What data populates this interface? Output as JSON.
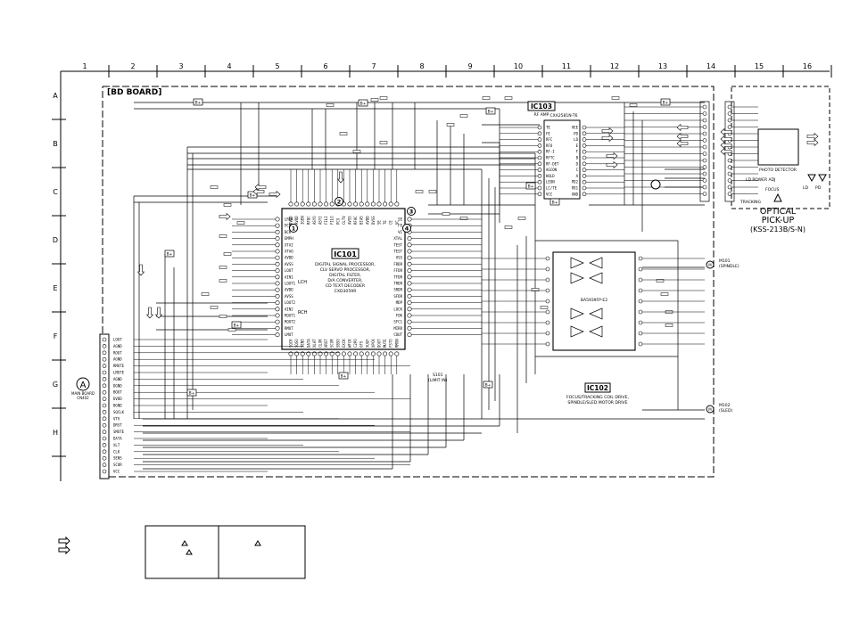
{
  "columns": [
    "1",
    "2",
    "3",
    "4",
    "5",
    "6",
    "7",
    "8",
    "9",
    "10",
    "11",
    "12",
    "13",
    "14",
    "15",
    "16"
  ],
  "rows": [
    "A",
    "B",
    "C",
    "D",
    "E",
    "F",
    "G",
    "H"
  ],
  "board_title": "[BD BOARD]",
  "ic101": {
    "ref": "IC101",
    "desc": [
      "DIGITAL SIGNAL PROCESSOR,",
      "CLV SERVO PROCESSOR,",
      "DIGITAL FILTER,",
      "D/A CONVERTER,",
      "CD TEXT DECODER"
    ],
    "part": "CXD3059R",
    "lch": "LCH",
    "rch": "RCH"
  },
  "ic103": {
    "ref": "IC103",
    "sub": "RF AMP",
    "part": "CXA2581N-T6"
  },
  "ic102": {
    "ref": "IC102",
    "desc": [
      "FOCUS/TRACKING COIL DRIVE,",
      "SPINDLE/SLED MOTOR DRIVE"
    ],
    "part": "BA5939FP-E2"
  },
  "optical": {
    "title": [
      "OPTICAL",
      "PICK-UP"
    ],
    "model": "(KSS-213B/S-N)",
    "photo": "PHOTO DETECTOR",
    "ld_power": "LD POWER ADJ",
    "focus": "FOCUS",
    "tracking": "TRACKING",
    "ld": "LD",
    "pd": "PD"
  },
  "motors": [
    {
      "ref": "M101",
      "name": "(SPINDLE)"
    },
    {
      "ref": "M102",
      "name": "(SLED)"
    }
  ],
  "limit_switch": {
    "ref": "S101",
    "name": "(LIMIT IN)"
  },
  "connector_a": {
    "letter": "A",
    "label": [
      "MAIN BOARD",
      "CN402"
    ]
  },
  "cn101_pins": [
    "LOUT",
    "AGND",
    "ROUT",
    "AGND",
    "RMUTE",
    "LMUTE",
    "AGND",
    "DGND",
    "BOUT",
    "DVDD",
    "BGND",
    "SQCLK",
    "VTV",
    "DRST",
    "SMUTE",
    "DATA",
    "XLT",
    "CLK",
    "SENS",
    "SCOR",
    "VCC"
  ],
  "ic101_left_pins": [
    "LRCK",
    "PCMD",
    "BCK",
    "EMPH",
    "XTAI",
    "XTAO",
    "AVDD",
    "AVSS",
    "LOUT",
    "AIN1",
    "LOUT1",
    "AVDD",
    "AVSS",
    "LOUT2",
    "AIN2",
    "ROUT1",
    "ROUT2",
    "RMUT",
    "LMUT"
  ],
  "ic101_right_pins": [
    "SE",
    "FE",
    "VC",
    "XTAL",
    "TEST",
    "TEST",
    "VSS",
    "FRDR",
    "FFDR",
    "TFDR",
    "TRDR",
    "SRDR",
    "SFDR",
    "MDP",
    "LOCK",
    "FOK",
    "SFC1",
    "MIRR",
    "COUT"
  ],
  "ic101_top_pins": [
    "DVDD",
    "AVDD",
    "IGEN",
    "RFDC",
    "ASYO",
    "ASYI",
    "FILI",
    "FILO",
    "PCO",
    "CLTV",
    "AVSS",
    "RFAC",
    "BIAS",
    "AVDD",
    "DVSS",
    "SE",
    "TE",
    "CE",
    "VC"
  ],
  "ic101_bottom_pins": [
    "SQCK",
    "SQSO",
    "SENS",
    "DATA",
    "XLAT",
    "CLOK",
    "XRST",
    "SCOR",
    "SBSO",
    "EXCK",
    "WFCK",
    "C2PO",
    "GFS",
    "XUGF",
    "XPCK",
    "DOUT",
    "MUTE",
    "FSTO",
    "RMON"
  ],
  "ic103_left_pins": [
    "TE",
    "FE",
    "RFC",
    "RFO",
    "RF-I",
    "RFTC",
    "RF-DET",
    "AGCON",
    "HOLD",
    "LEON",
    "LC/TE",
    "VCC"
  ],
  "ic103_right_pins": [
    "VEE",
    "PD",
    "LD",
    "E",
    "F",
    "B",
    "D",
    "C",
    "A",
    "PD2",
    "PD1",
    "GND"
  ],
  "markers": [
    "B+",
    "B+",
    "B+",
    "B+",
    "B+",
    "B+",
    "B+",
    "B+",
    "B+",
    "B+",
    "B+",
    "B+"
  ],
  "circled": [
    "1",
    "2",
    "3",
    "4"
  ],
  "legend_table": {
    "cells": [
      "",
      ""
    ]
  }
}
